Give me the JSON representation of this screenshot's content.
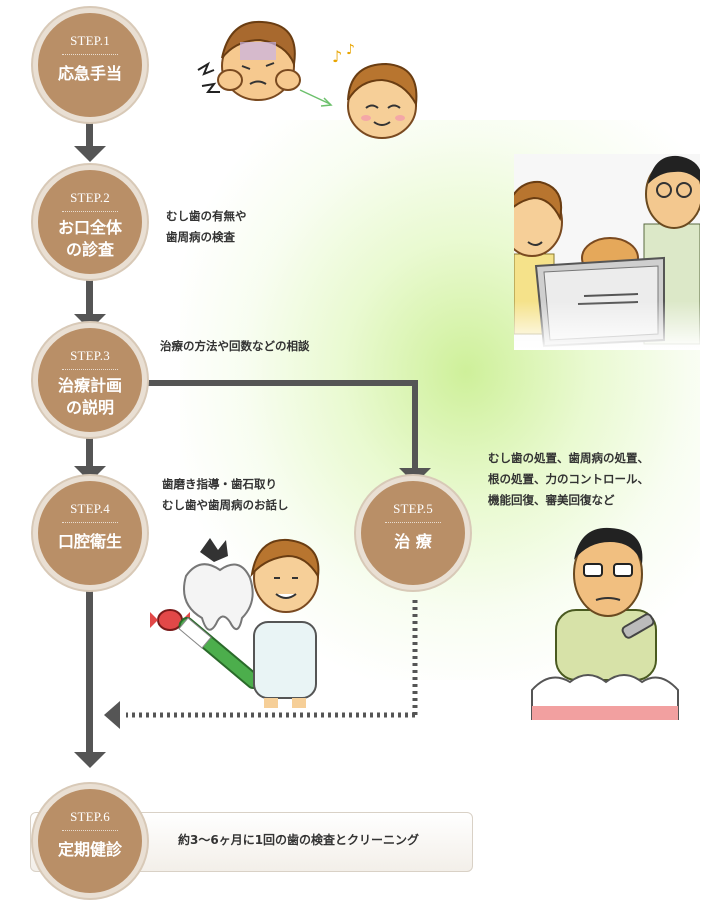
{
  "steps": [
    {
      "label": "STEP.1",
      "title_lines": [
        "応急手当"
      ]
    },
    {
      "label": "STEP.2",
      "title_lines": [
        "お口全体",
        "の診査"
      ]
    },
    {
      "label": "STEP.3",
      "title_lines": [
        "治療計画",
        "の説明"
      ]
    },
    {
      "label": "STEP.4",
      "title_lines": [
        "口腔衛生"
      ]
    },
    {
      "label": "STEP.5",
      "title_lines": [
        "治 療"
      ]
    },
    {
      "label": "STEP.6",
      "title_lines": [
        "定期健診"
      ]
    }
  ],
  "descriptions": {
    "step2": [
      "むし歯の有無や",
      "歯周病の検査"
    ],
    "step3": [
      "治療の方法や回数などの相談"
    ],
    "step4": [
      "歯磨き指導・歯石取り",
      "むし歯や歯周病のお話し"
    ],
    "step5": [
      "むし歯の処置、歯周病の処置、",
      "根の処置、力のコントロール、",
      "機能回復、審美回復など"
    ],
    "step6": "約3〜6ヶ月に1回の歯の検査とクリーニング"
  },
  "colors": {
    "circle": "#b98f67",
    "ring": "#e9dfd3",
    "arrow": "#555555",
    "glow": "#c8f08c"
  }
}
